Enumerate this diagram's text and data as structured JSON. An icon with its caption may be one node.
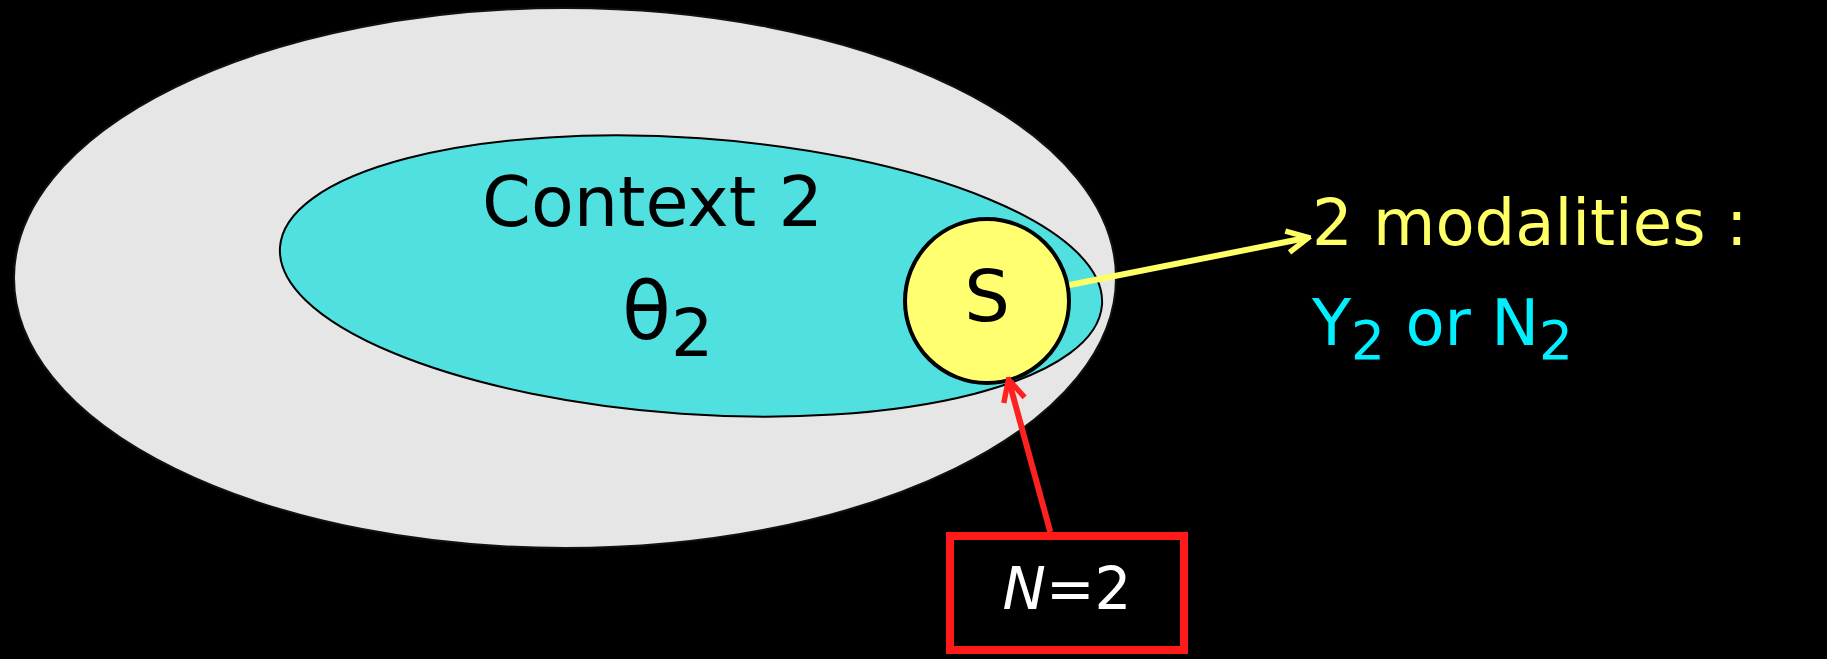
{
  "diagram": {
    "nodes": [
      {
        "text": [],
        "shape": "ellipse"
      },
      {
        "text": [
          "Context 2",
          "θ$_{2}$"
        ],
        "in": 0
      },
      {
        "text": [
          "S"
        ],
        "in": 1
      },
      {
        "text": [
          "2 modalities :",
          "Y$_{2}$ or N$_{2}$"
        ]
      },
      {
        "text": [
          "*N*=2"
        ]
      }
    ],
    "edges": [
      {
        "from": 2,
        "to": 3,
        "arrow": "to",
        "color": "#ffff66"
      },
      {
        "from": 4,
        "to": 2,
        "arrow": "to",
        "color": "#ff2020"
      }
    ]
  }
}
